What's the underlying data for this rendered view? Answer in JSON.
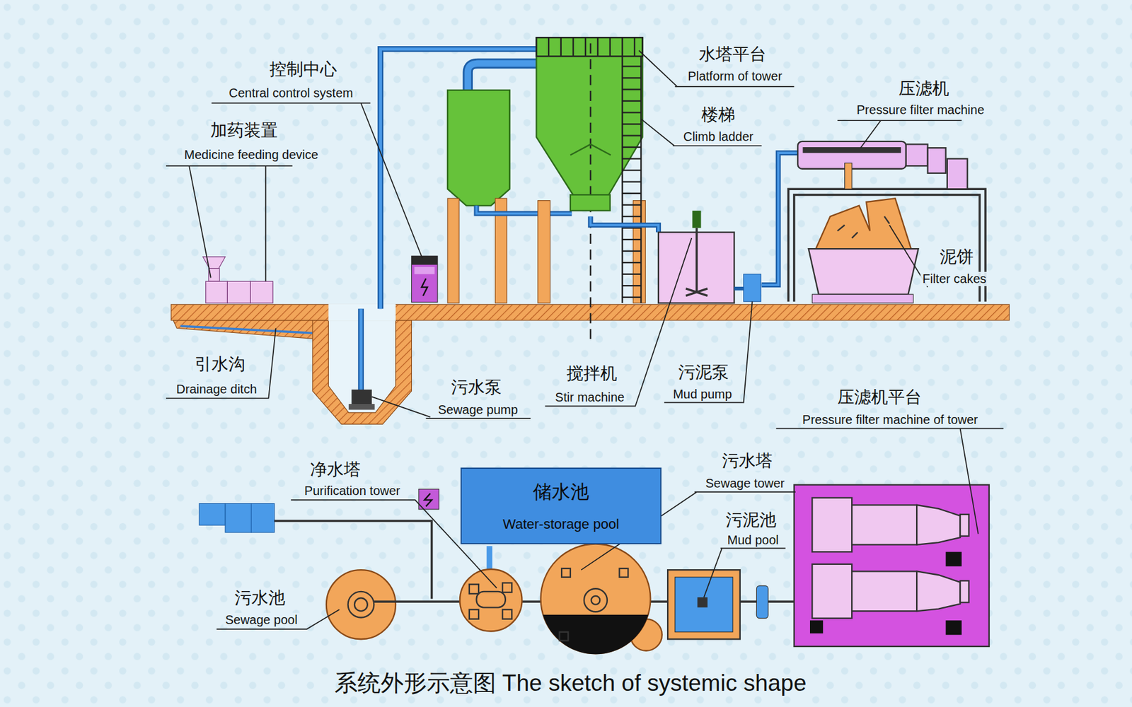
{
  "diagram": {
    "caption": "系统外形示意图  The sketch of systemic shape",
    "nodes": [
      {
        "text": [
          "储水池",
          "Water-storage pool"
        ]
      }
    ],
    "labels": [
      "控制中心",
      "Central control system",
      "水塔平台",
      "Platform of tower",
      "压滤机",
      "Pressure filter machine",
      "楼梯",
      "Climb ladder",
      "加药装置",
      "Medicine feeding device",
      "泥饼",
      "Filter cakes",
      "引水沟",
      "Drainage ditch",
      "污水泵",
      "Sewage pump",
      "搅拌机",
      "Stir machine",
      "污泥泵",
      "Mud pump",
      "压滤机平台",
      "Pressure filter machine of tower",
      "净水塔",
      "Purification tower",
      "污水塔",
      "Sewage tower",
      "污泥池",
      "Mud pool",
      "污水池",
      "Sewage pool"
    ]
  }
}
